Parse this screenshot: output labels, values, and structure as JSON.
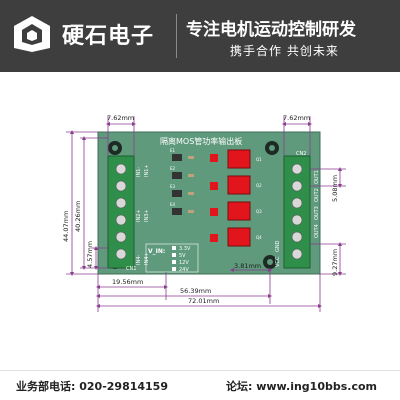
{
  "header": {
    "brand": "硬石电子",
    "slogan_main": "专注电机运动控制研发",
    "slogan_sub": "携手合作  共创未来"
  },
  "board": {
    "title": "隔离MOS管功率输出板",
    "vin_label": "V_IN:",
    "voltage_options": [
      "3.3V",
      "5V",
      "12V",
      "24V"
    ],
    "cn1_label": "CN1",
    "cn2_label": "CN2",
    "left_pins": [
      "IN4-",
      "IN4+",
      "IN3+",
      "IN2+",
      "IN1-",
      "IN1+"
    ],
    "right_pins": [
      "OUT1",
      "OUT2",
      "OUT3",
      "OUT4",
      "GND",
      "VCC"
    ],
    "q_labels": [
      "Q1",
      "Q2",
      "Q3",
      "Q4"
    ],
    "e_labels": [
      "E1",
      "E2",
      "E3",
      "E4"
    ]
  },
  "dims": {
    "d_7_62_left": "7.62mm",
    "d_7_62_right": "7.62mm",
    "d_44_07": "44.07mm",
    "d_40_26": "40.26mm",
    "d_4_57": "4.57mm",
    "d_5_08": "5.08mm",
    "d_9_27": "9.27mm",
    "d_3_81": "3.81mm",
    "d_19_56": "19.56mm",
    "d_56_39": "56.39mm",
    "d_72_01": "72.01mm"
  },
  "footer": {
    "phone": "业务部电话:  020-29814159",
    "forum": "论坛:  www.ing10bbs.com"
  },
  "colors": {
    "banner": "#3e3e3e",
    "board_green": "#5f9a7c",
    "terminal_green": "#2f8f4a",
    "relay_red": "#e2151c",
    "dimension_purple": "#8a3a8f"
  }
}
